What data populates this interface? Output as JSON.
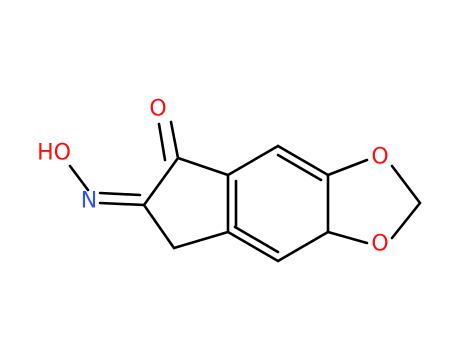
{
  "molecule": {
    "atoms": {
      "oxygen_ketone": "O",
      "hydroxyl": "HO",
      "nitrogen": "N",
      "oxygen_ring_upper": "O",
      "oxygen_ring_lower": "O"
    },
    "colors": {
      "bond": "#000000",
      "oxygen": "#ff0d0d",
      "nitrogen": "#3050f8",
      "background": "#ffffff"
    }
  }
}
